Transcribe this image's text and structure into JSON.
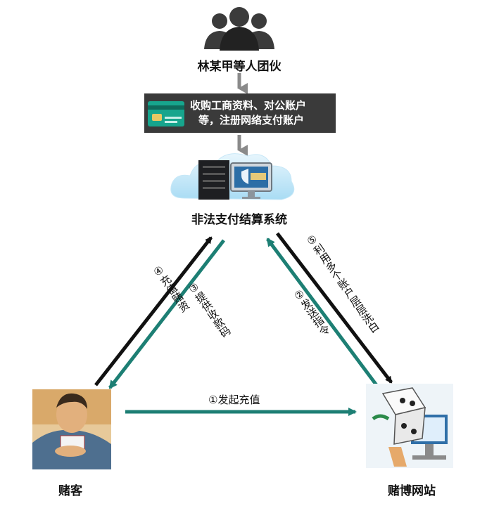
{
  "nodes": {
    "group": {
      "label": "林某甲等人团伙"
    },
    "step": {
      "line1": "收购工商资料、对公账户",
      "line2": "等，注册网络支付账户"
    },
    "system": {
      "label": "非法支付结算系统"
    },
    "gambler": {
      "label": "赌客"
    },
    "site": {
      "label": "赌博网站"
    }
  },
  "edges": {
    "e1": {
      "label": "①发起充值"
    },
    "e2": {
      "label": "②发送指令"
    },
    "e3": {
      "label": "③提供收款码"
    },
    "e4": {
      "label": "④充值赌资"
    },
    "e5": {
      "label": "⑤利用多个账户层层洗白"
    }
  },
  "colors": {
    "teal": "#1d7f74",
    "black": "#111111",
    "gray_arrow": "#8a8a8a",
    "box": "#3a3a3a"
  },
  "icons": [
    "people-icon",
    "card-icon",
    "server-icon",
    "cloud-icon",
    "monitor-icon",
    "gambler-illustration",
    "dice-illustration"
  ]
}
